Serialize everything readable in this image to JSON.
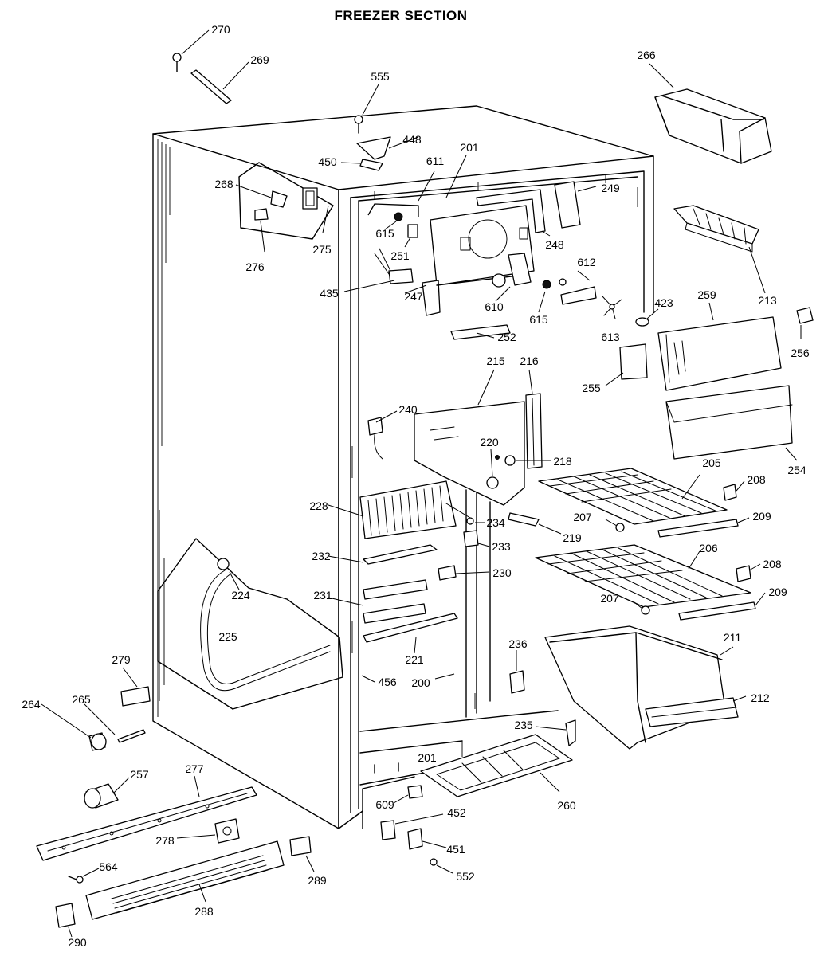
{
  "title": "FREEZER SECTION",
  "callouts": [
    "270",
    "269",
    "555",
    "266",
    "448",
    "450",
    "201",
    "611",
    "268",
    "249",
    "615",
    "248",
    "251",
    "275",
    "276",
    "612",
    "435",
    "247",
    "610",
    "615",
    "423",
    "259",
    "213",
    "613",
    "256",
    "252",
    "215",
    "216",
    "255",
    "240",
    "220",
    "218",
    "205",
    "208",
    "254",
    "228",
    "234",
    "207",
    "209",
    "219",
    "233",
    "232",
    "206",
    "230",
    "224",
    "208",
    "207",
    "209",
    "231",
    "225",
    "211",
    "221",
    "236",
    "279",
    "456",
    "200",
    "264",
    "265",
    "212",
    "235",
    "257",
    "277",
    "201",
    "260",
    "609",
    "452",
    "278",
    "564",
    "451",
    "552",
    "289",
    "288",
    "290"
  ]
}
